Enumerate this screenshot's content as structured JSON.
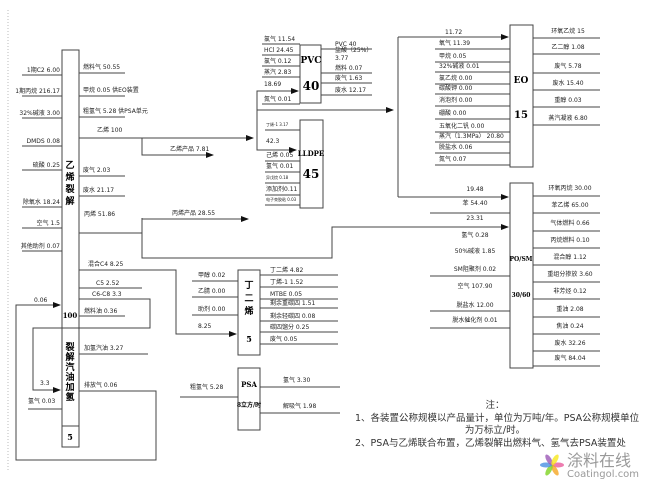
{
  "cracking": {
    "title": "乙烯裂解",
    "capacity": "100",
    "inputs": [
      "1期C2 6.00",
      "1期丙烷 216.17",
      "32%碱液 3.00",
      "DMDS 0.08",
      "硫酸 0.25",
      "除氧水 18.24",
      "空气 1.5",
      "其他助剂 0.07"
    ],
    "outputs": [
      "燃料气 50.55",
      "甲烷 0.05 供EO装置",
      "粗氢气 5.28 供PSA单元",
      "废气 2.03",
      "废水 21.17"
    ],
    "ethylene": "乙烯 100",
    "ethylene_product": "乙烯产品 7.81",
    "propylene": "丙烯 51.86",
    "propylene_product": "丙烯产品 28.55",
    "mixed_c4": "混合C4 8.25",
    "c5": "C5 2.52",
    "c6c8": "C6-C8 3.3",
    "fuel_oil": "燃料油 0.36",
    "recycle_gas": "0.06"
  },
  "hydro": {
    "title": "裂解汽油加氢",
    "capacity": "5",
    "recycle": "3.3",
    "hydrogen_in": "氢气 0.03",
    "gasoline": "加氢汽油 3.27",
    "vent": "排放气 0.06"
  },
  "pvc": {
    "title": "PVC",
    "capacity": "40",
    "inputs": [
      "氯气 11.54",
      "HCl 24.45",
      "氯气 0.12",
      "蒸汽 2.83",
      "18.69",
      "氮气 0.01"
    ],
    "outputs": [
      "PVC 40",
      "盐酸（25%）",
      "3.77",
      "燃料 0.07",
      "废气 1.63",
      "废水 12.17"
    ]
  },
  "lldpe": {
    "title": "LLDPE",
    "capacity": "45",
    "inputs": [
      "丁烯-1 3.17",
      "42.3",
      "己烯 0.05",
      "氢气 0.01",
      "异戊烷 0.18",
      "添加剂0.11",
      "电子束胶粘 0.03"
    ]
  },
  "eo": {
    "title": "EO",
    "capacity": "15",
    "feed": "11.72",
    "inputs": [
      "氧气 11.39",
      "甲烷 0.05",
      "32%碱液 0.01",
      "氯乙烷 0.00",
      "碳酸钾 0.00",
      "消泡剂 0.00",
      "硼酸 0.00",
      "五氧化二钒 0.00",
      "蒸汽（1.3MPa） 20.80",
      "脱盐水 0.06",
      "氮气 0.07"
    ],
    "outputs": [
      "环氧乙烷 15",
      "乙二醇 1.08",
      "废气 5.78",
      "废水 15.40",
      "重醇 0.03",
      "蒸汽凝液 6.80"
    ]
  },
  "posm": {
    "title": "PO/SM",
    "capacity": "30/60",
    "inputs": [
      "19.48",
      "苯 54.40",
      "23.31",
      "氢气 0.28",
      "50%碱液 1.85",
      "SM阻聚剂 0.02",
      "空气 107.90",
      "脱盐水 12.00",
      "脱水催化剂 0.01"
    ],
    "outputs": [
      "环氧丙烷 30.00",
      "苯乙烯 65.00",
      "气体燃料 0.66",
      "丙烷燃料 0.10",
      "混合醇 1.12",
      "重组分掺放 3.60",
      "非芳烃 0.12",
      "重油 2.08",
      "焦油 0.24",
      "废水 32.26",
      "废气 84.04"
    ]
  },
  "butadiene": {
    "title": "丁二烯",
    "capacity": "5",
    "inputs": [
      "甲醇 0.02",
      "乙腈 0.00",
      "助剂 0.00",
      "8.25"
    ],
    "outputs": [
      "丁二烯 4.82",
      "丁烯-1 1.52",
      "MTBE 0.05",
      "剩余重碳四 1.51",
      "剩余轻碳四 0.08",
      "碳四馏分 0.25",
      "废气 0.05"
    ]
  },
  "psa": {
    "title": "PSA",
    "capacity": "8立方/时",
    "input": "粗氢气 5.28",
    "outputs": [
      "氢气 3.30",
      "解吸气 1.98"
    ]
  },
  "notes": {
    "heading": "注：",
    "line1": "1、各装置公称规模以产品量计，单位为万吨/年。PSA公称规模单位",
    "line2": "为万标立/时。",
    "line3": "2、PSA与乙烯联合布置，乙烯裂解出燃料气、氢气去PSA装置处"
  },
  "watermark": {
    "cn": "涂料在线",
    "en": "Coatingol.com"
  }
}
